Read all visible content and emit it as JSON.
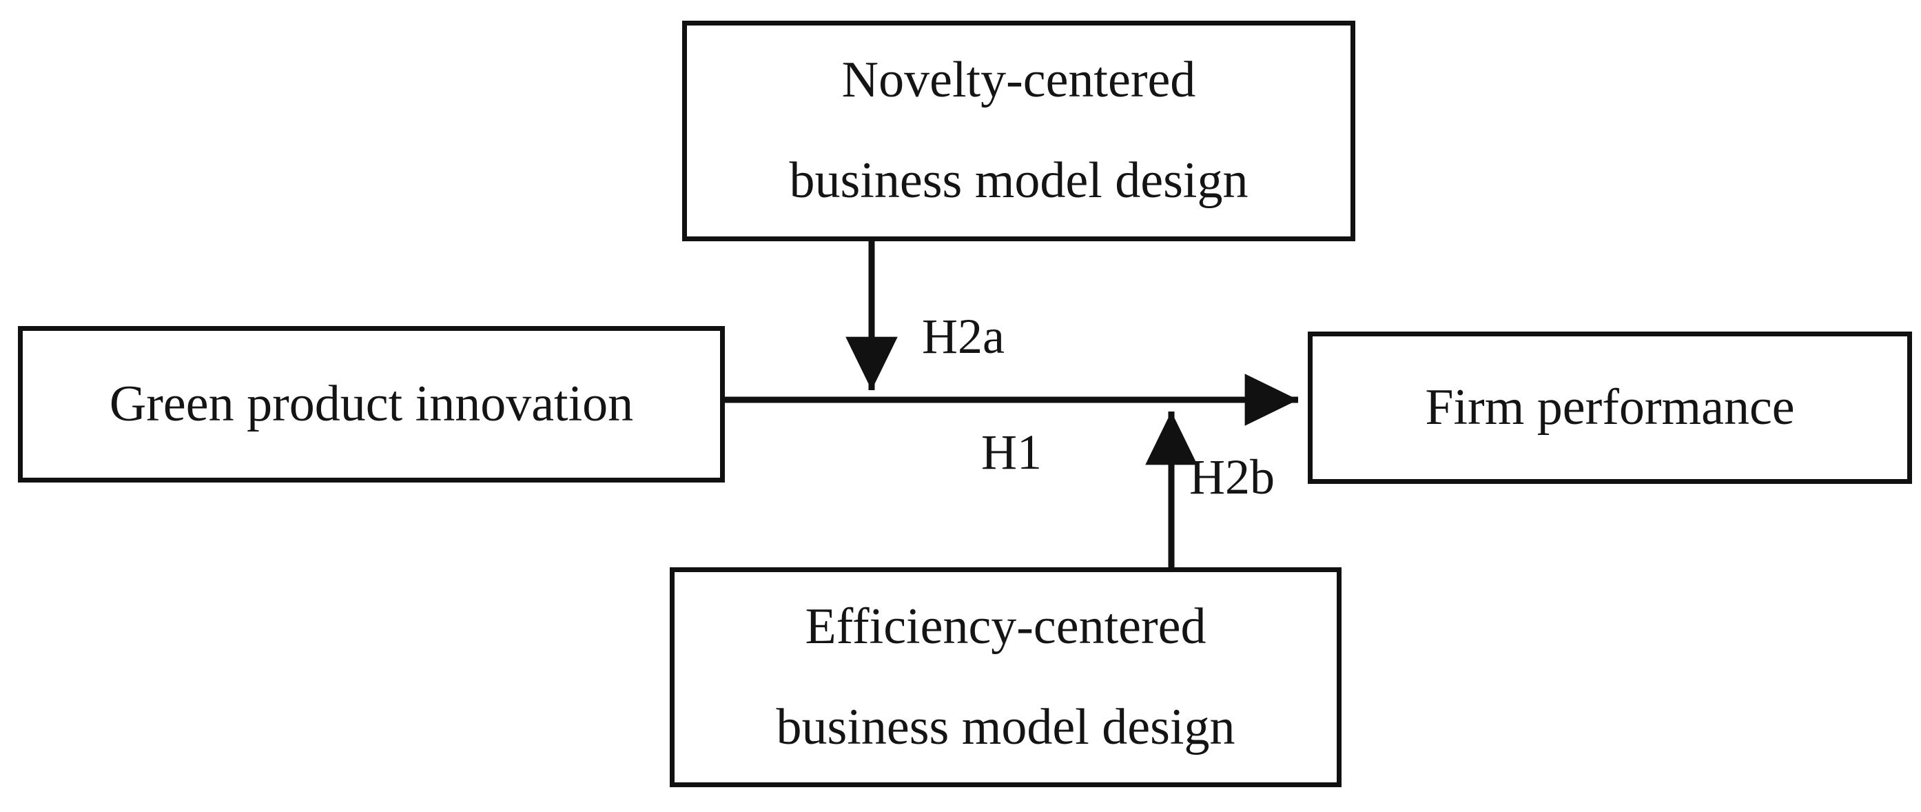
{
  "diagram": {
    "type": "conceptual-research-model",
    "background_color": "#ffffff",
    "line_color": "#111111",
    "text_color": "#141414",
    "nodes": [
      {
        "id": "novelty",
        "name": "novelty-centered-business-model-design",
        "line1": "Novelty-centered",
        "line2": "business model design",
        "role": "moderator-top"
      },
      {
        "id": "green",
        "name": "green-product-innovation",
        "line1": "Green product innovation",
        "line2": "",
        "role": "independent-variable"
      },
      {
        "id": "firm",
        "name": "firm-performance",
        "line1": "Firm performance",
        "line2": "",
        "role": "dependent-variable"
      },
      {
        "id": "efficiency",
        "name": "efficiency-centered-business-model-design",
        "line1": "Efficiency-centered",
        "line2": "business model design",
        "role": "moderator-bottom"
      }
    ],
    "edges": [
      {
        "id": "h1",
        "label": "H1",
        "from": "green",
        "to": "firm",
        "direction": "horizontal-right",
        "arrowhead": "end"
      },
      {
        "id": "h2a",
        "label": "H2a",
        "from": "novelty",
        "to": "h1-path",
        "direction": "vertical-down",
        "arrowhead": "end"
      },
      {
        "id": "h2b",
        "label": "H2b",
        "from": "efficiency",
        "to": "h1-path",
        "direction": "vertical-up",
        "arrowhead": "end"
      }
    ]
  },
  "chart_data": {
    "type": "diagram",
    "title": "",
    "nodes": [
      "Novelty-centered business model design",
      "Green product innovation",
      "Firm performance",
      "Efficiency-centered business model design"
    ],
    "edges": [
      {
        "label": "H1",
        "source": "Green product innovation",
        "target": "Firm performance"
      },
      {
        "label": "H2a",
        "source": "Novelty-centered business model design",
        "target": "H1 relationship"
      },
      {
        "label": "H2b",
        "source": "Efficiency-centered business model design",
        "target": "H1 relationship"
      }
    ]
  }
}
